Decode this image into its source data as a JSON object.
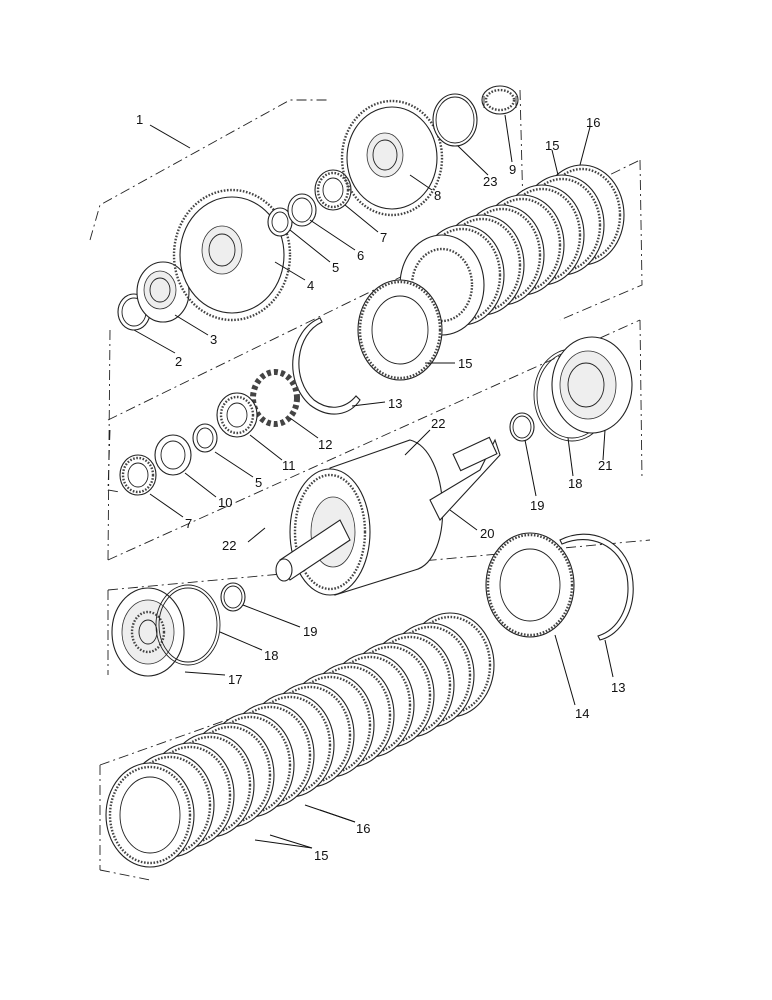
{
  "callouts": [
    "1",
    "2",
    "3",
    "4",
    "5",
    "6",
    "7",
    "8",
    "23",
    "9",
    "16",
    "15",
    "15",
    "13",
    "12",
    "11",
    "5",
    "10",
    "7",
    "22",
    "19",
    "18",
    "21",
    "20",
    "22",
    "19",
    "18",
    "17",
    "14",
    "13",
    "16",
    "15"
  ]
}
